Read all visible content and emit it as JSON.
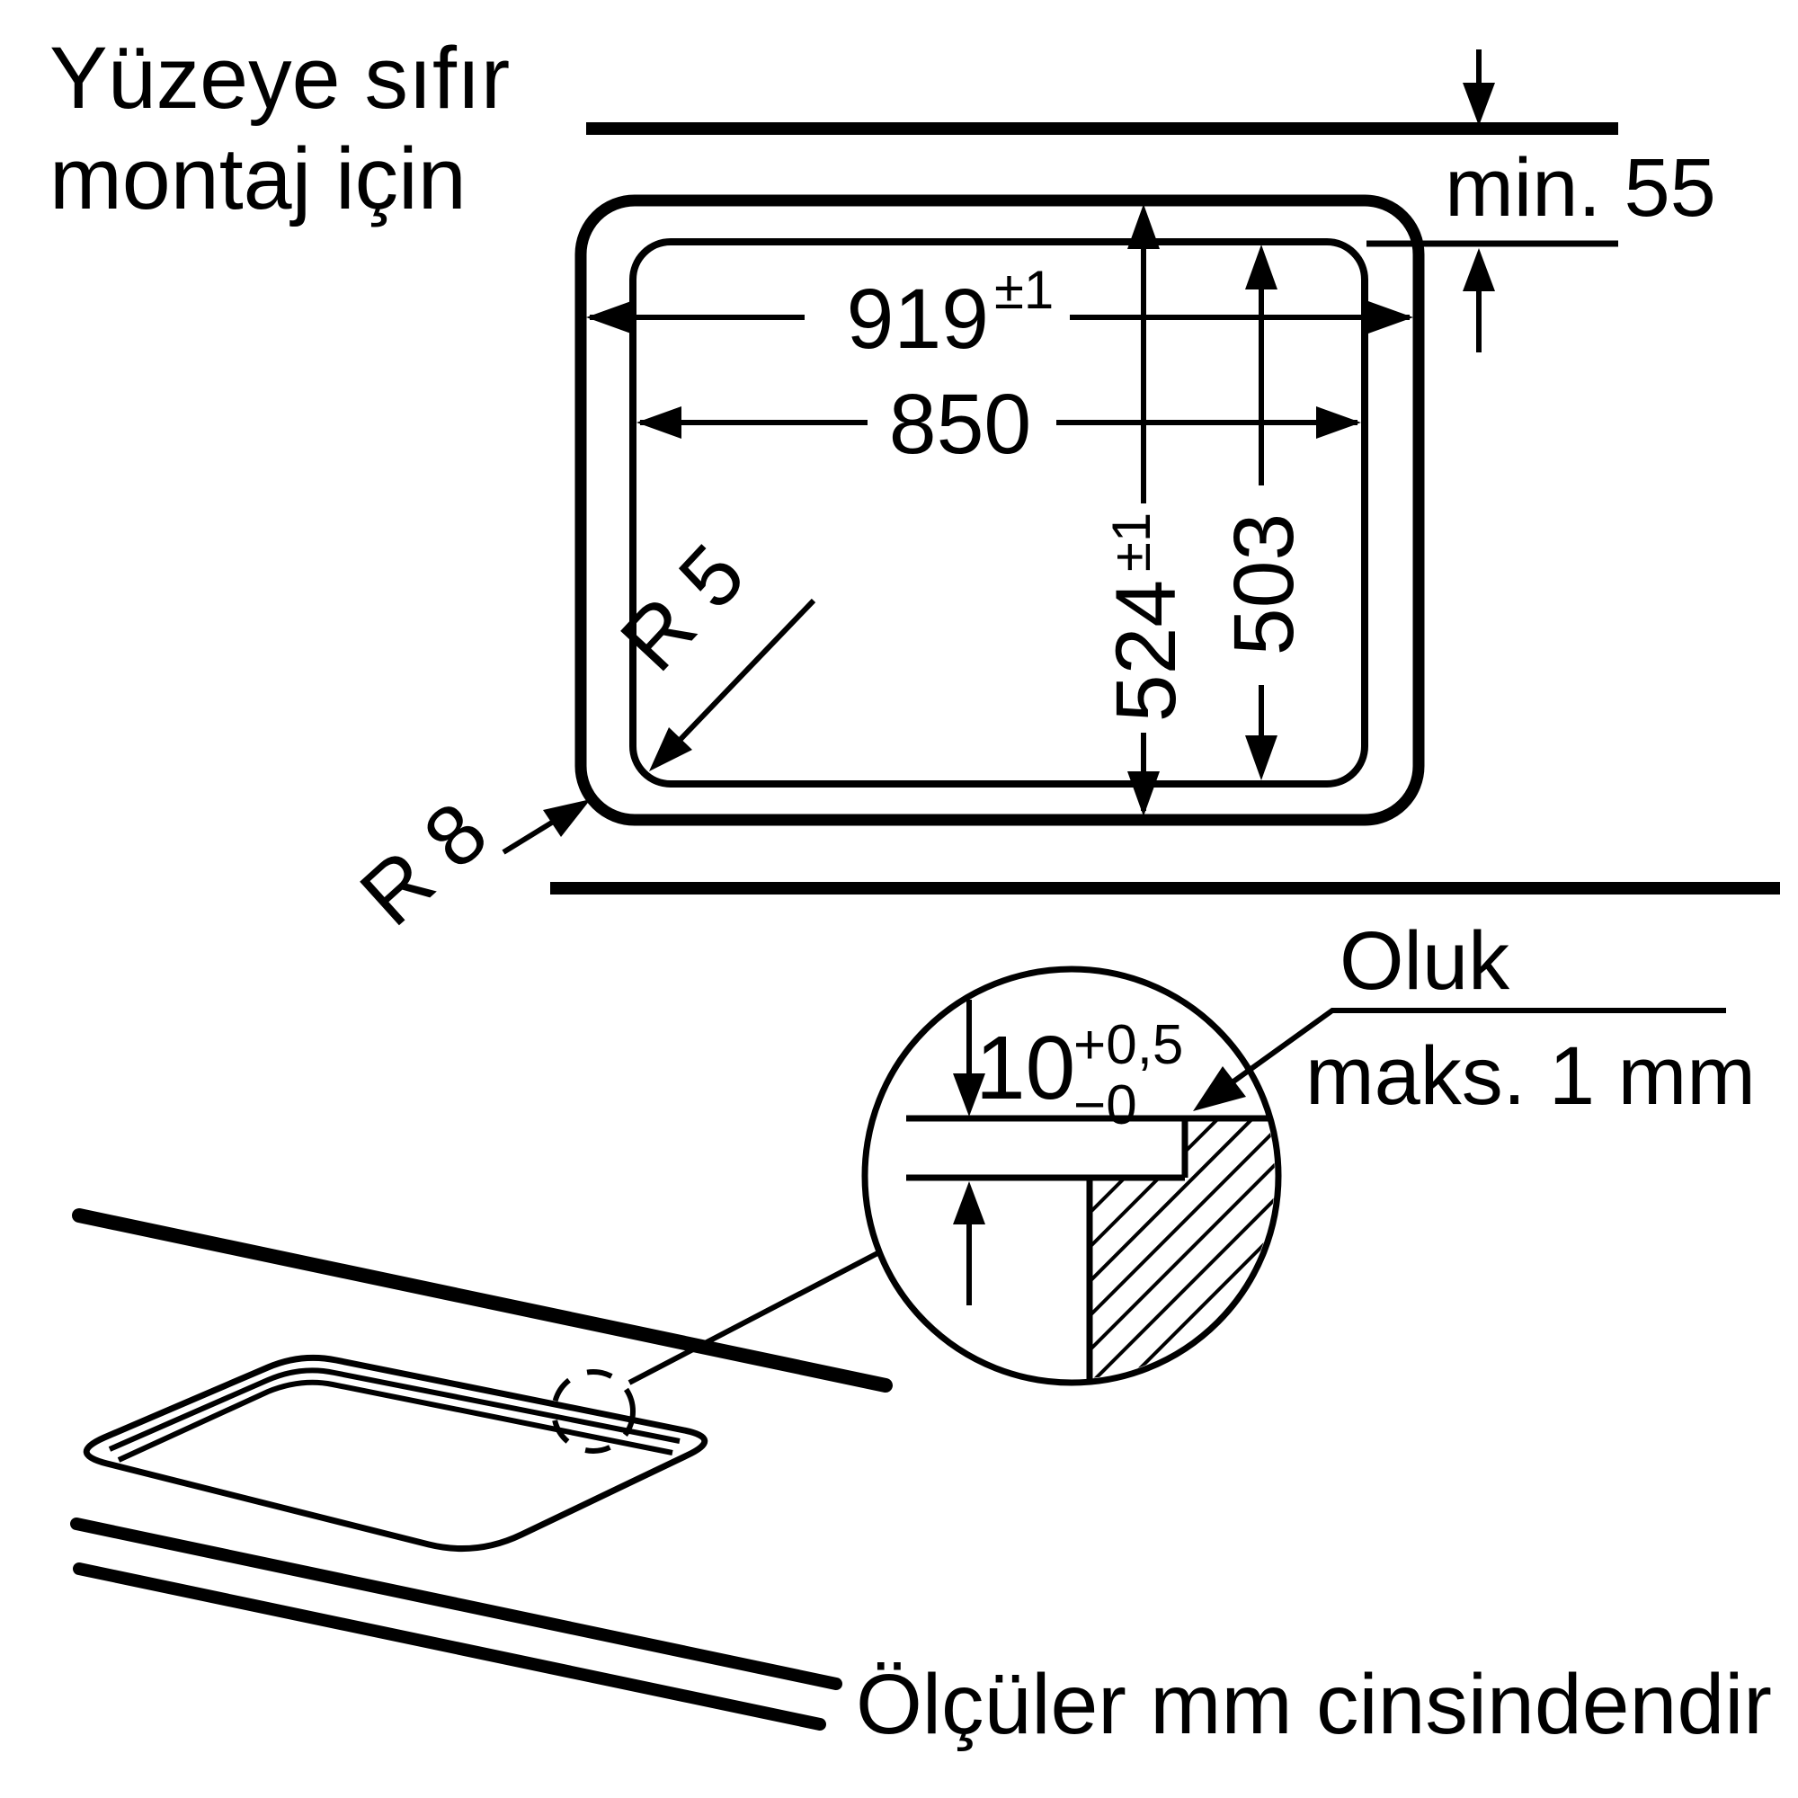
{
  "title": {
    "line1": "Yüzeye sıfır",
    "line2": "montaj için"
  },
  "dimensions": {
    "min_distance": "min. 55",
    "outer_width": "919",
    "outer_width_tol": "±1",
    "inner_width": "850",
    "outer_height": "524",
    "outer_height_tol": "±1",
    "inner_height": "503",
    "inner_radius": "R 5",
    "outer_radius": "R 8",
    "rebate_depth": "10",
    "rebate_tol_plus": "+0,5",
    "rebate_tol_minus": "−0",
    "groove_label": "Oluk",
    "groove_value": "maks. 1 mm"
  },
  "footer": "Ölçüler mm cinsindendir",
  "colors": {
    "ink": "#000000",
    "background": "#ffffff"
  }
}
